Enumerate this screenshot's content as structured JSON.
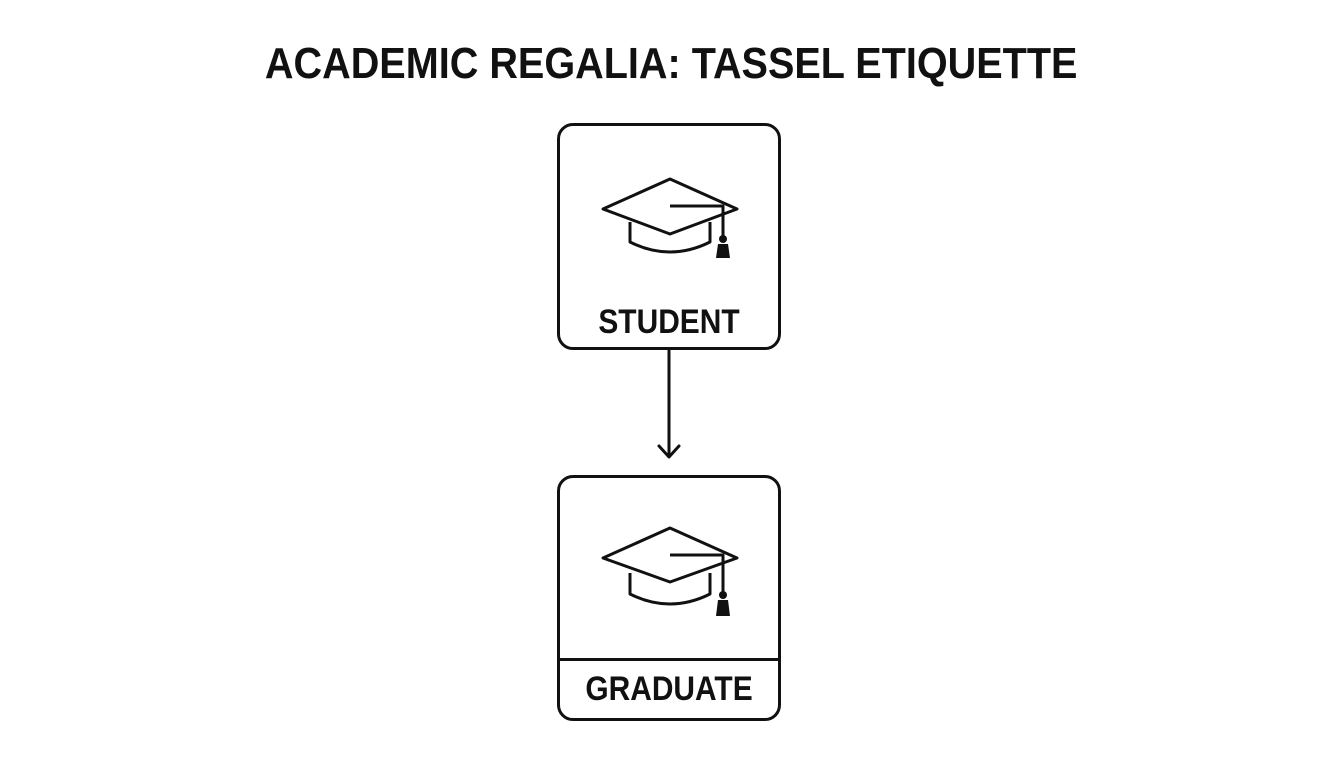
{
  "title": "ACADEMIC REGALIA: TASSEL ETIQUETTE",
  "nodes": {
    "student": {
      "label": "STUDENT",
      "icon": "graduation-cap-icon",
      "tassel_side": "right"
    },
    "graduate": {
      "label": "GRADUATE",
      "icon": "graduation-cap-icon",
      "tassel_side": "right"
    }
  },
  "edges": [
    {
      "from": "student",
      "to": "graduate",
      "style": "arrow"
    }
  ],
  "colors": {
    "stroke": "#111111",
    "background": "#ffffff"
  }
}
